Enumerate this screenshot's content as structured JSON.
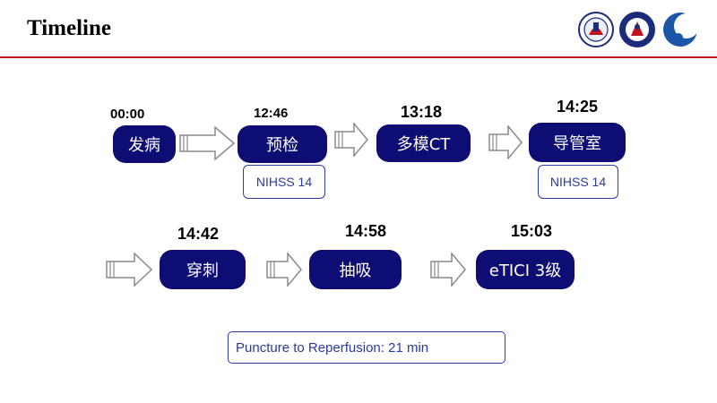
{
  "slide": {
    "title": "Timeline",
    "row1": [
      {
        "time": "00:00",
        "label": "发病"
      },
      {
        "time": "12:46",
        "label": "预检",
        "note": "NIHSS 14"
      },
      {
        "time": "13:18",
        "label": "多模CT"
      },
      {
        "time": "14:25",
        "label": "导管室",
        "note": "NIHSS 14"
      }
    ],
    "row2": [
      {
        "time": "14:42",
        "label": "穿刺"
      },
      {
        "time": "14:58",
        "label": "抽吸"
      },
      {
        "time": "15:03",
        "label": "eTICI 3级"
      }
    ],
    "summary": "Puncture to Reperfusion: 21 min"
  },
  "colors": {
    "pill": "#0d0d73",
    "accent_line": "#c0141e",
    "note_text": "#2a3a9c"
  },
  "icons": [
    "seal-logo-1",
    "seal-logo-2",
    "crescent-logo",
    "block-arrow-icon"
  ]
}
